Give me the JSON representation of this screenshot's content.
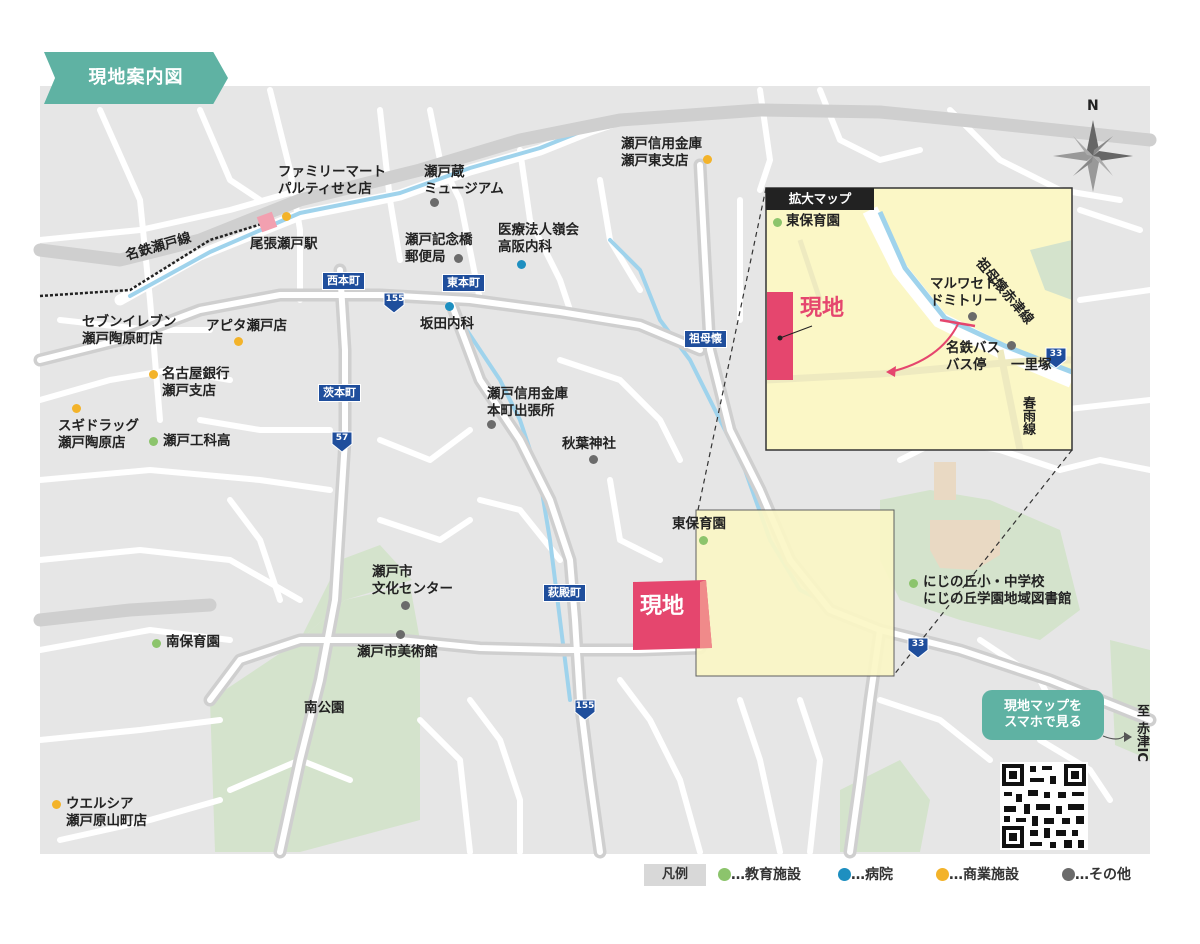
{
  "title": "現地案内図",
  "north_label": "N",
  "zoom_map_label": "拡大マップ",
  "genchi_label": "現地",
  "railway_label": "名鉄瀬戸線",
  "exit_label": "至 赤津IC",
  "qr_button": {
    "line1": "現地マップを",
    "line2": "スマホで見る"
  },
  "legend": {
    "head": "凡例",
    "items": [
      {
        "label": "…教育施設",
        "color": "#8cc46c"
      },
      {
        "label": "…病院",
        "color": "#1e8fc0"
      },
      {
        "label": "…商業施設",
        "color": "#f3b32a"
      },
      {
        "label": "…その他",
        "color": "#6b6b6b"
      }
    ]
  },
  "stops": {
    "nishihonmachi": "西本町",
    "higashihonmachi": "東本町",
    "sobokai": "祖母懐",
    "ibarakimachi": "茨本町",
    "hagidonomachi": "萩殿町"
  },
  "routes": {
    "r155a": "155",
    "r155b": "155",
    "r57": "57",
    "r33a": "33",
    "r33b": "33"
  },
  "places": {
    "familymart": {
      "l1": "ファミリーマート",
      "l2": "パルティせと店"
    },
    "owari_seto": "尾張瀬戸駅",
    "setogura": {
      "l1": "瀬戸蔵",
      "l2": "ミュージアム"
    },
    "shinkin_higashi": {
      "l1": "瀬戸信用金庫",
      "l2": "瀬戸東支店"
    },
    "kinen_post": {
      "l1": "瀬戸記念橋",
      "l2": "郵便局"
    },
    "takasaka_clinic": {
      "l1": "医療法人嶺会",
      "l2": "高阪内科"
    },
    "sakata": "坂田内科",
    "seven": {
      "l1": "セブンイレブン",
      "l2": "瀬戸陶原町店"
    },
    "apita": "アピタ瀬戸店",
    "meigin": {
      "l1": "名古屋銀行",
      "l2": "瀬戸支店"
    },
    "sugi": {
      "l1": "スギドラッグ",
      "l2": "瀬戸陶原店"
    },
    "kouka": "瀬戸工科高",
    "shinkin_honmachi": {
      "l1": "瀬戸信用金庫",
      "l2": "本町出張所"
    },
    "akiba": "秋葉神社",
    "higashi_hoiku": "東保育園",
    "bunka": {
      "l1": "瀬戸市",
      "l2": "文化センター"
    },
    "bijutsu": "瀬戸市美術館",
    "minami_hoiku": "南保育園",
    "minami_park": "南公園",
    "welcia": {
      "l1": "ウエルシア",
      "l2": "瀬戸原山町店"
    },
    "nijinooka": {
      "l1": "にじの丘小・中学校",
      "l2": "にじの丘学園地域図書館"
    }
  },
  "zoom": {
    "higashi_hoiku": "東保育園",
    "maruwa": {
      "l1": "マルワセト",
      "l2": "ドミトリー"
    },
    "bus": {
      "l1": "名鉄バス",
      "l2": "バス停"
    },
    "ichirizuka": "一里塚",
    "sobokai_line": "祖母懐赤津線",
    "haruame_line": "春雨線"
  }
}
